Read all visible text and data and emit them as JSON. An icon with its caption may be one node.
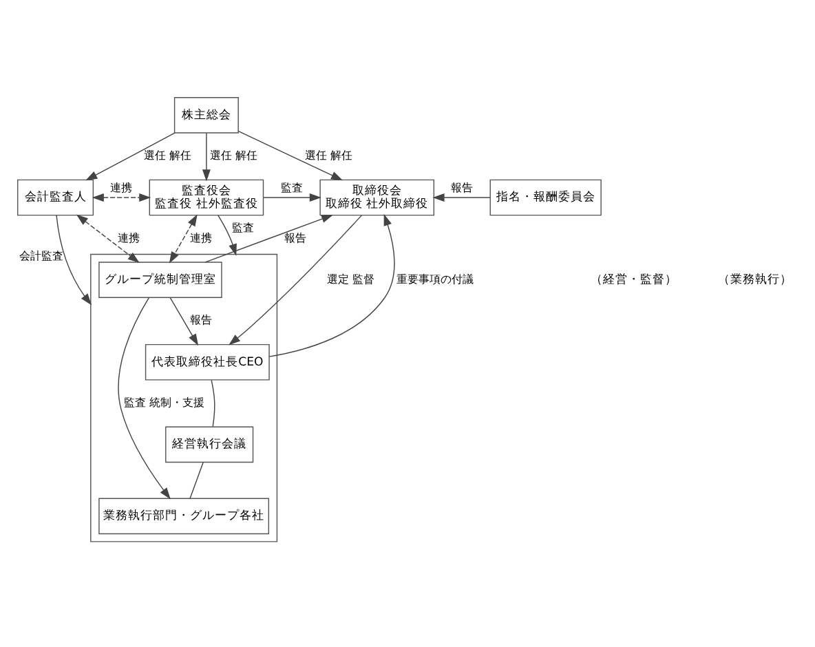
{
  "diagram": {
    "nodes": [
      {
        "text": [
          "株主総会"
        ]
      },
      {
        "text": [
          "会計監査人"
        ]
      },
      {
        "text": [
          "監査役会",
          "監査役 社外監査役"
        ]
      },
      {
        "text": [
          "取締役会",
          "取締役 社外取締役"
        ]
      },
      {
        "text": [
          "指名・報酬委員会"
        ]
      },
      {
        "text": [],
        "shape": "box"
      },
      {
        "text": [
          "代表取締役社長CEO"
        ],
        "in": 5
      },
      {
        "text": [
          "グループ統制管理室"
        ],
        "in": 5
      },
      {
        "text": [
          "経営執行会議"
        ],
        "in": 5
      },
      {
        "text": [
          "業務執行部門・グループ各社"
        ],
        "in": 5
      }
    ],
    "edges": [
      {
        "from": 0,
        "to": 1,
        "arrow": "to",
        "label": "選任 解任"
      },
      {
        "from": 0,
        "to": 2,
        "arrow": "to",
        "label": "選任 解任"
      },
      {
        "from": 0,
        "to": 3,
        "arrow": "to",
        "label": "選任 解任"
      },
      {
        "from": 1,
        "to": 2,
        "arrow": "both",
        "label": "連携",
        "style": "dashed"
      },
      {
        "from": 2,
        "to": 3,
        "arrow": "to",
        "label": "監査"
      },
      {
        "from": 4,
        "to": 3,
        "arrow": "to",
        "label": "報告"
      },
      {
        "from": 2,
        "to": 5,
        "arrow": "to",
        "label": "監査"
      },
      {
        "from": 2,
        "to": 7,
        "arrow": "both",
        "label": "連携",
        "style": "dashed"
      },
      {
        "from": 7,
        "to": 3,
        "arrow": "to",
        "label": "報告"
      },
      {
        "from": 3,
        "to": 6,
        "arrow": "to",
        "label": "選定 監督"
      },
      {
        "from": 6,
        "to": 3,
        "arrow": "to",
        "label": "重要事項の付議"
      },
      {
        "from": 7,
        "to": 6,
        "arrow": "to",
        "label": "報告"
      },
      {
        "from": 1,
        "to": 7,
        "arrow": "both",
        "label": "連携",
        "style": "dashed"
      },
      {
        "from": 1,
        "to": 5,
        "arrow": "to",
        "label": "会計監査"
      },
      {
        "from": 6,
        "to": 8,
        "arrow": "none"
      },
      {
        "from": 8,
        "to": 9,
        "arrow": "none"
      },
      {
        "from": 7,
        "to": 9,
        "arrow": "to",
        "label": "監査 統制・支援"
      }
    ],
    "labels": [
      "（経営・監督）",
      "（業務執行）"
    ]
  }
}
